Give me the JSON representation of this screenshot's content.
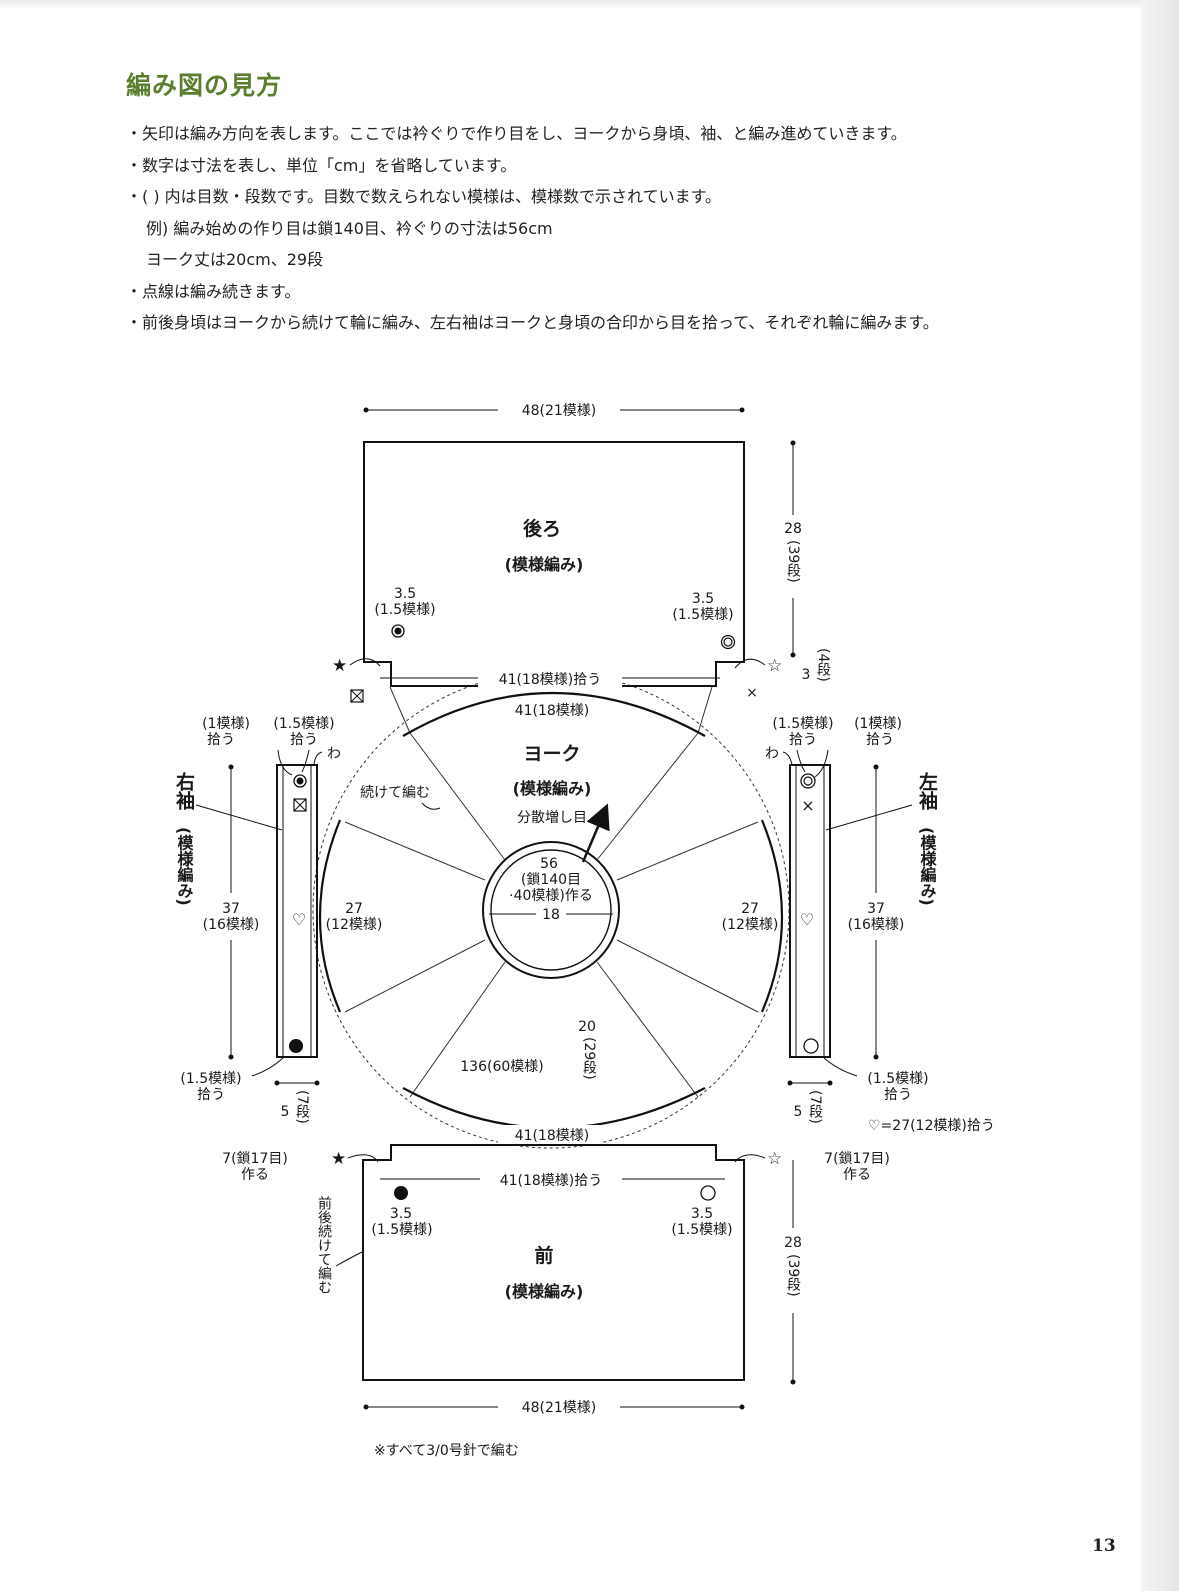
{
  "heading": "編み図の見方",
  "notes": [
    "・矢印は編み方向を表します。ここでは衿ぐりで作り目をし、ヨークから身頃、袖、と編み進めていきます。",
    "・数字は寸法を表し、単位「cm」を省略しています。",
    "・( ) 内は目数・段数です。目数で数えられない模様は、模様数で示されています。",
    "例) 編み始めの作り目は鎖140目、衿ぐりの寸法は56cm",
    "ヨーク丈は20cm、29段",
    "・点線は編み続きます。",
    "・前後身頃はヨークから続けて輪に編み、左右袖はヨークと身頃の合印から目を拾って、それぞれ輪に編みます。"
  ],
  "diagram": {
    "back_width": "48(21模様)",
    "back_title": "後ろ",
    "back_pattern": "(模様編み)",
    "back_length": "28",
    "back_rows": "(39段)",
    "back_side_3": "3",
    "back_side_rows": "(4段)",
    "corner_35": "3.5",
    "corner_15": "(1.5模様)",
    "pickup_41": "41(18模様)拾う",
    "yoke_top": "41(18模様)",
    "yoke_bottom": "41(18模様)",
    "yoke_title": "ヨーク",
    "yoke_pattern": "(模様編み)",
    "increase": "分散増し目",
    "continue_knit": "続けて編む",
    "neck_56": "56",
    "neck_chain": "(鎖140目",
    "neck_make": "·40模様)作る",
    "neck_18": "18",
    "yoke_depth": "20",
    "yoke_rows": "(29段)",
    "yoke_circ": "136(60模様)",
    "right_sleeve": "右袖",
    "left_sleeve": "左袖",
    "sleeve_pattern": "(模様編み)",
    "sleeve_len": "37",
    "sleeve_repeat": "(16模様)",
    "sleeve_27": "27",
    "sleeve_12": "(12模様)",
    "pick_1": "(1模様)",
    "pick_15": "(1.5模様)",
    "pick_word": "拾う",
    "wa": "わ",
    "sleeve_5": "5",
    "sleeve_7rows": "(7段)",
    "heart_note": "♡=27(12模様)拾う",
    "chain_7": "7(鎖17目)",
    "make": "作る",
    "front_title": "前",
    "front_pattern": "(模様編み)",
    "front_width": "48(21模様)",
    "front_length": "28",
    "front_rows": "(39段)",
    "front_back_cont": "前後続けて編む",
    "footnote": "※すべて3/0号針で編む"
  },
  "page_number": "13"
}
